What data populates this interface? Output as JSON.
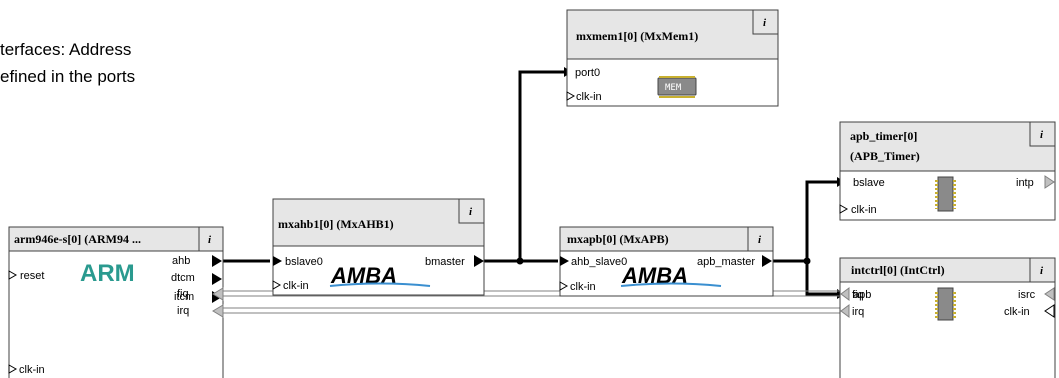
{
  "note": {
    "line1": "terfaces: Address",
    "line2": "efined in the ports"
  },
  "info_label": "i",
  "components": {
    "arm": {
      "title": "arm946e-s[0] (ARM94 ...",
      "logo": "ARM",
      "ports": {
        "ahb": "ahb",
        "reset": "reset",
        "dtcm": "dtcm",
        "itcm": "itcm",
        "fiq": "fiq",
        "irq": "irq",
        "clk": "clk-in"
      }
    },
    "ahb": {
      "title": "mxahb1[0] (MxAHB1)",
      "logo": "AMBA",
      "ports": {
        "bslave0": "bslave0",
        "bmaster": "bmaster",
        "clk": "clk-in"
      }
    },
    "mem": {
      "title": "mxmem1[0] (MxMem1)",
      "chip_label": "MEM",
      "ports": {
        "port0": "port0",
        "clk": "clk-in"
      }
    },
    "apb": {
      "title": "mxapb[0] (MxAPB)",
      "logo": "AMBA",
      "ports": {
        "ahb_slave0": "ahb_slave0",
        "apb_master": "apb_master",
        "clk": "clk-in"
      }
    },
    "timer": {
      "title_line1": "apb_timer[0]",
      "title_line2": "(APB_Timer)",
      "ports": {
        "bslave": "bslave",
        "intp": "intp",
        "clk": "clk-in"
      }
    },
    "intctrl": {
      "title": "intctrl[0] (IntCtrl)",
      "ports": {
        "apb": "apb",
        "isrc": "isrc",
        "fiq": "fiq",
        "irq": "irq",
        "clk": "clk-in"
      }
    }
  },
  "colors": {
    "header_bg": "#e6e6e6",
    "border": "#404040",
    "bus_wire": "#000000",
    "irq_wire": "#808080",
    "arm_logo": "#2a9a8f",
    "amba_logo": "#000000",
    "amba_swoosh": "#3a8fd0"
  }
}
